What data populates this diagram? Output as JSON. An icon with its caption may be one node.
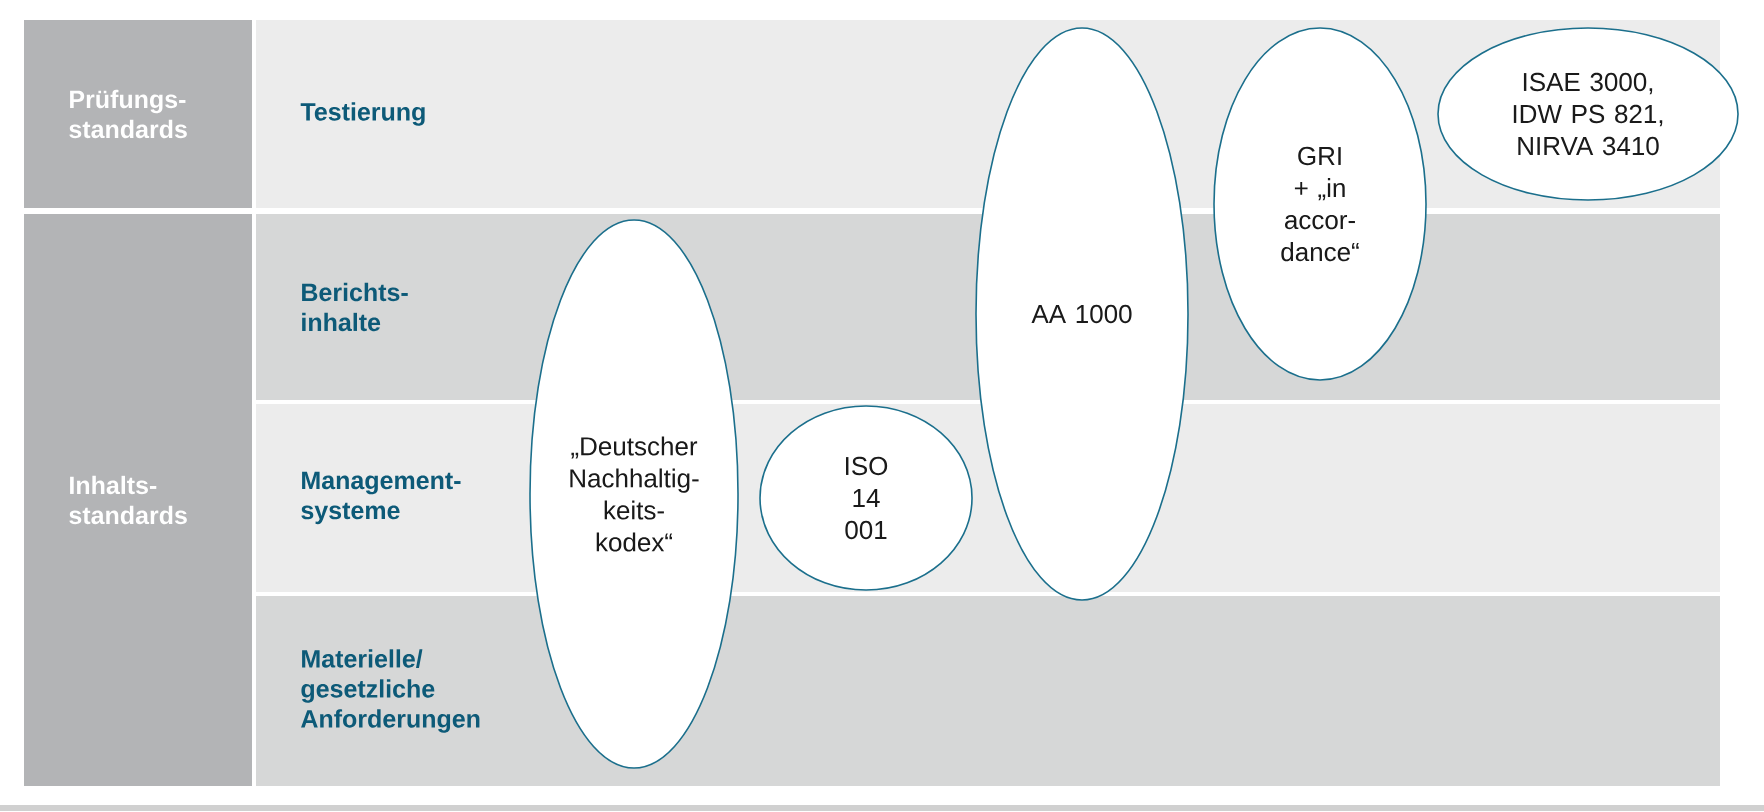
{
  "diagram": {
    "nodes": [
      {
        "text": [
          "Prüfungs- standards"
        ]
      },
      {
        "text": [
          "Inhalts- standards"
        ]
      },
      {
        "text": [
          "Testierung"
        ]
      },
      {
        "text": [
          "Berichts- inhalte"
        ]
      },
      {
        "text": [
          "Management- systeme"
        ]
      },
      {
        "text": [
          "Materielle/ gesetzliche Anforderungen"
        ]
      },
      {
        "text": [
          "„Deutscher Nachhaltig- keits- kodex“"
        ]
      },
      {
        "text": [
          "ISO 14 001"
        ],
        "in": 4
      },
      {
        "text": [
          "AA 1000"
        ]
      },
      {
        "text": [
          "GRI + „in accor- dance“"
        ]
      },
      {
        "text": [
          "ISAE 3000, IDW PS 821, NIRVA 3410"
        ]
      }
    ]
  }
}
